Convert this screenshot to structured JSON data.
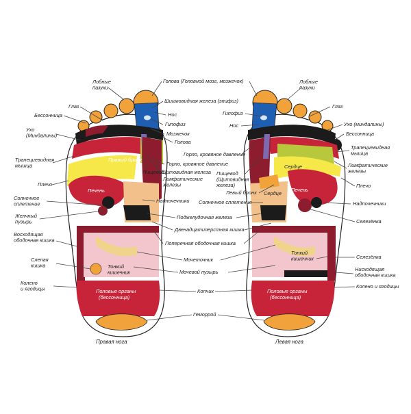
{
  "colors": {
    "orange": "#f2a23a",
    "blue": "#1f5fb3",
    "maroon": "#8c1c2e",
    "red": "#c7243a",
    "yellow": "#f7e84a",
    "green": "#b7c83c",
    "purple": "#7d6ab0",
    "peach": "#f2c08a",
    "pink": "#f2c6cc",
    "tan": "#f0d48c",
    "dark": "#1b1b1b"
  },
  "captions": {
    "right_foot": "Правая нога",
    "left_foot": "Левая нога"
  },
  "inner_labels": {
    "right_bronch": "Правый бронх",
    "liver_right": "Печень",
    "liver_left": "Печень",
    "heart_upper": "Сердце",
    "heart_lower": "Сердце",
    "genitals_right_1": "Половые органы",
    "genitals_right_2": "(бессонница)",
    "genitals_left_1": "Половые органы",
    "genitals_left_2": "(бессонница)"
  },
  "left_labels": {
    "frontal_sinuses": "Лобные\nпазухи",
    "eye": "Глаз",
    "insomnia": "Бессонница",
    "ear": "Ухо\n(Миндалины)",
    "trapezius": "Трапециевидная\nмышца",
    "shoulder": "Плечо",
    "solar_plexus": "Солнечное\nсплетение",
    "gallbladder": "Желчный\nпузырь",
    "ascending_colon": "Восходящая\nободочная кишка",
    "caecum": "Слепая\nкишка",
    "knee_hips": "Колено\nи ягодицы",
    "small_intestine": "Тонкий\nкишечник"
  },
  "center_labels": {
    "head": "Голова (Головной мозг, мозжечок)",
    "pineal": "Шишковидная железа (эпифиз)",
    "nose": "Нос",
    "pituitary": "Гипофиз",
    "cerebellum": "Мозжечок",
    "head2": "Голова",
    "throat_right": "Горло, кровяное давление",
    "throat_left": "Горло, кровяное давление",
    "thyroid": "Щитовидная железа",
    "lymph_right": "Лимфатические\nжелезы",
    "esophagus_right": "Пищевод",
    "esophagus_left": "Пищевод\n(Щитовидная\nжелеза)",
    "left_bronch": "Левый бронх",
    "adrenals": "Надпочечники",
    "solar_plexus_center": "Солнечное сплетение",
    "pancreas": "Поджелудочная железа",
    "duodenum": "Двенадцатиперстная кишка",
    "transverse_colon": "Поперечная ободочная кишка",
    "ureter": "Мочеточник",
    "bladder": "Мочевой пузырь",
    "coccyx": "Копчик",
    "hemorrhoid": "Геморрой"
  },
  "right_labels": {
    "frontal_sinuses": "Лобные\nпазухи",
    "eye": "Глаз",
    "pituitary": "Гипофиз",
    "nose": "Нос",
    "ear": "Ухо (миндалины)",
    "insomnia": "Бессонница",
    "trapezius": "Трапециевидная\nмышца",
    "lymph": "Лимфатические\nжелезы",
    "shoulder": "Плечо",
    "adrenals": "Надпочечники",
    "spleen1": "Селезёнка",
    "small_intestine": "Тонкий\nкишечник",
    "spleen2": "Селезёнка",
    "descending_colon": "Нисходящая\nободочная кишка",
    "knee_hips": "Колено и ягодицы"
  }
}
